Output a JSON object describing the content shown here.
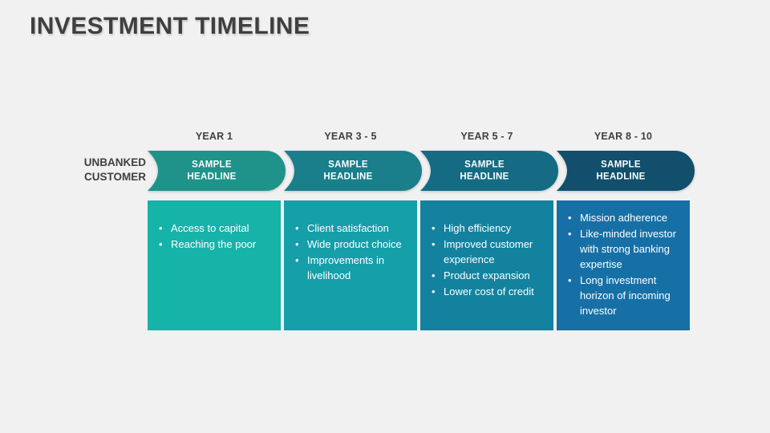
{
  "slide": {
    "title": "INVESTMENT TIMELINE",
    "left_label": {
      "line1": "UNBANKED",
      "line2": "CUSTOMER"
    },
    "bullet_char": "•",
    "colors": {
      "background": "#f1f1f2",
      "title_text": "#3f3f3f",
      "label_text": "#404040",
      "banner_text": "#ffffff",
      "bullet_text": "#ffffff",
      "banner_fills": [
        "#1f9389",
        "#1a7e8b",
        "#156b83",
        "#114f6c"
      ],
      "box_fills": [
        "#16b3a9",
        "#159fa9",
        "#13829e",
        "#1670a6"
      ]
    },
    "columns": [
      {
        "year": "YEAR 1",
        "headline": "SAMPLE HEADLINE",
        "bullets": [
          "Access to capital",
          "Reaching the poor"
        ]
      },
      {
        "year": "YEAR 3 - 5",
        "headline": "SAMPLE HEADLINE",
        "bullets": [
          "Client satisfaction",
          "Wide product choice",
          "Improvements in livelihood"
        ]
      },
      {
        "year": "YEAR 5 - 7",
        "headline": "SAMPLE HEADLINE",
        "bullets": [
          "High efficiency",
          "Improved customer experience",
          "Product expansion",
          "Lower cost of credit"
        ]
      },
      {
        "year": "YEAR 8 - 10",
        "headline": "SAMPLE HEADLINE",
        "bullets": [
          "Mission adherence",
          "Like-minded investor with strong banking expertise",
          "Long investment horizon of incoming investor"
        ]
      }
    ]
  }
}
